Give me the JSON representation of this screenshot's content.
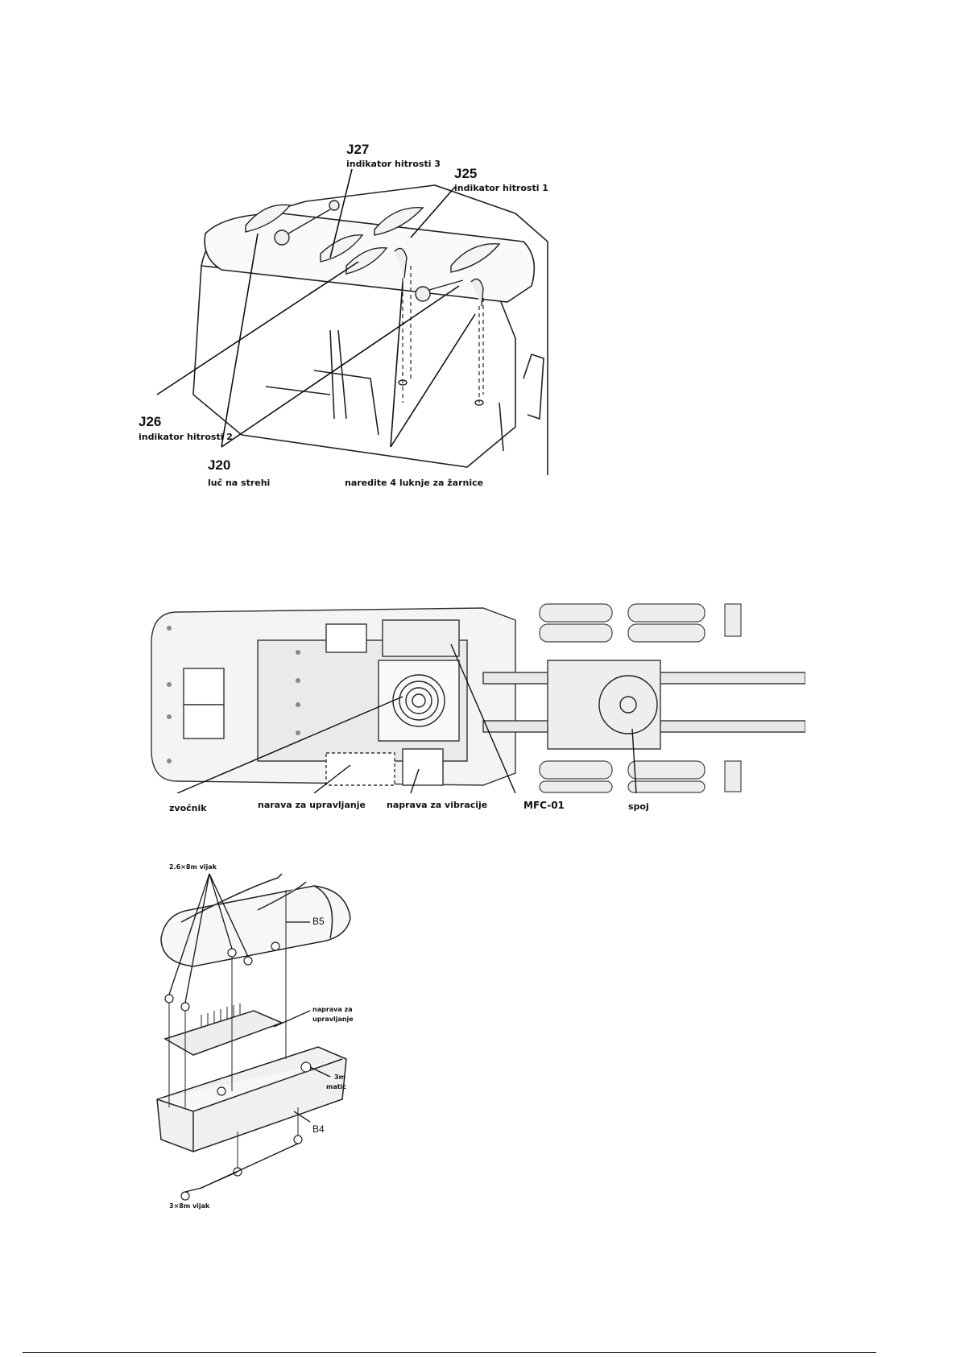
{
  "figure1": {
    "j27_code": "J27",
    "j27_label": "indikator hitrosti 3",
    "j25_code": "J25",
    "j25_label": "indikator hitrosti 1",
    "j26_code": "J26",
    "j26_label": "indikator hitrosti 2",
    "j20_code": "J20",
    "j20_label": "luč na strehi",
    "holes_label": "naredite 4 luknje za žarnice"
  },
  "figure2": {
    "speaker_label": "zvočnik",
    "control_label": "narava za upravljanje",
    "vibration_label": "naprava za vibracije",
    "mfc_label": "MFC-01",
    "joint_label": "spoj"
  },
  "figure3": {
    "screw_top_label": "2.6×8m vijak",
    "b5_label": "B5",
    "control_label_1": "naprava za",
    "control_label_2": "upravljanje",
    "nut_label_1": "3m",
    "nut_label_2": "matic",
    "b4_label": "B4",
    "screw_bottom_label": "3×8m vijak"
  }
}
